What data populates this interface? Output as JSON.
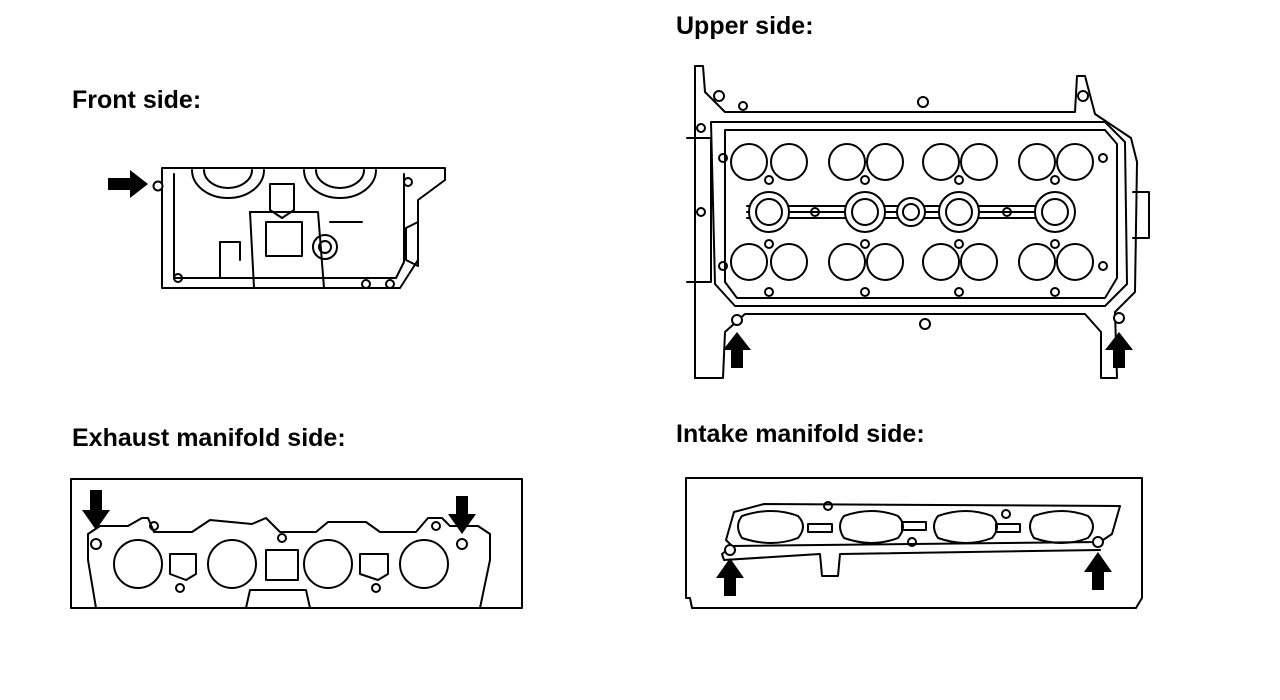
{
  "views": {
    "front": {
      "title": "Front side:"
    },
    "upper": {
      "title": "Upper side:"
    },
    "exhaust": {
      "title": "Exhaust manifold side:"
    },
    "intake": {
      "title": "Intake manifold side:"
    }
  },
  "colors": {
    "line": "#000000",
    "background": "#ffffff"
  }
}
